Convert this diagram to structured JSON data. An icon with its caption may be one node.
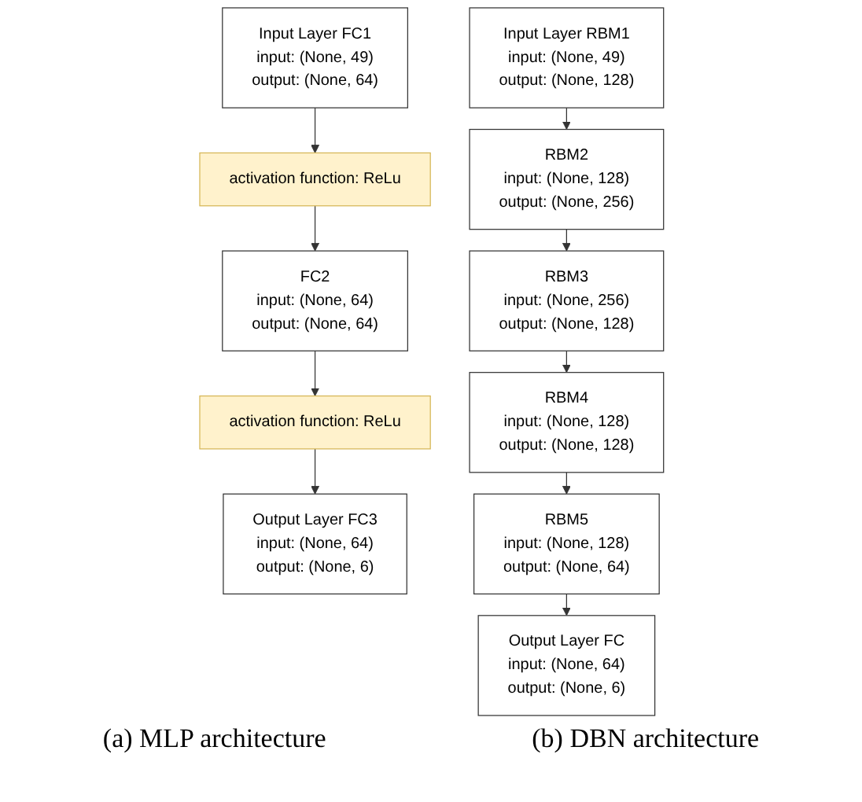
{
  "diagram": {
    "nodes": [
      {
        "text": [
          "Input Layer FC1",
          "input: (None, 49)",
          "output: (None, 64)"
        ]
      },
      {
        "text": [
          "activation function: ReLu"
        ]
      },
      {
        "text": [
          "FC2",
          "input: (None, 64)",
          "output: (None, 64)"
        ]
      },
      {
        "text": [
          "activation function: ReLu"
        ]
      },
      {
        "text": [
          "Output Layer FC3",
          "input: (None, 64)",
          "output: (None, 6)"
        ]
      },
      {
        "text": [
          "Input Layer RBM1",
          "input: (None, 49)",
          "output: (None, 128)"
        ]
      },
      {
        "text": [
          "RBM2",
          "input: (None, 128)",
          "output: (None, 256)"
        ]
      },
      {
        "text": [
          "RBM3",
          "input: (None, 256)",
          "output: (None, 128)"
        ]
      },
      {
        "text": [
          "RBM4",
          "input: (None, 128)",
          "output: (None, 128)"
        ]
      },
      {
        "text": [
          "RBM5",
          "input: (None, 128)",
          "output: (None, 64)"
        ]
      },
      {
        "text": [
          "Output Layer FC",
          "input: (None, 64)",
          "output: (None, 6)"
        ]
      }
    ],
    "edges": [
      {
        "from": 0,
        "to": 1,
        "arrow": "to"
      },
      {
        "from": 1,
        "to": 2,
        "arrow": "to"
      },
      {
        "from": 2,
        "to": 3,
        "arrow": "to"
      },
      {
        "from": 3,
        "to": 4,
        "arrow": "to"
      },
      {
        "from": 5,
        "to": 6,
        "arrow": "to"
      },
      {
        "from": 6,
        "to": 7,
        "arrow": "to"
      },
      {
        "from": 7,
        "to": 8,
        "arrow": "to"
      },
      {
        "from": 8,
        "to": 9,
        "arrow": "to"
      },
      {
        "from": 9,
        "to": 10,
        "arrow": "to"
      }
    ],
    "labels": [
      "(a) MLP architecture",
      "(b) DBN architecture"
    ]
  }
}
